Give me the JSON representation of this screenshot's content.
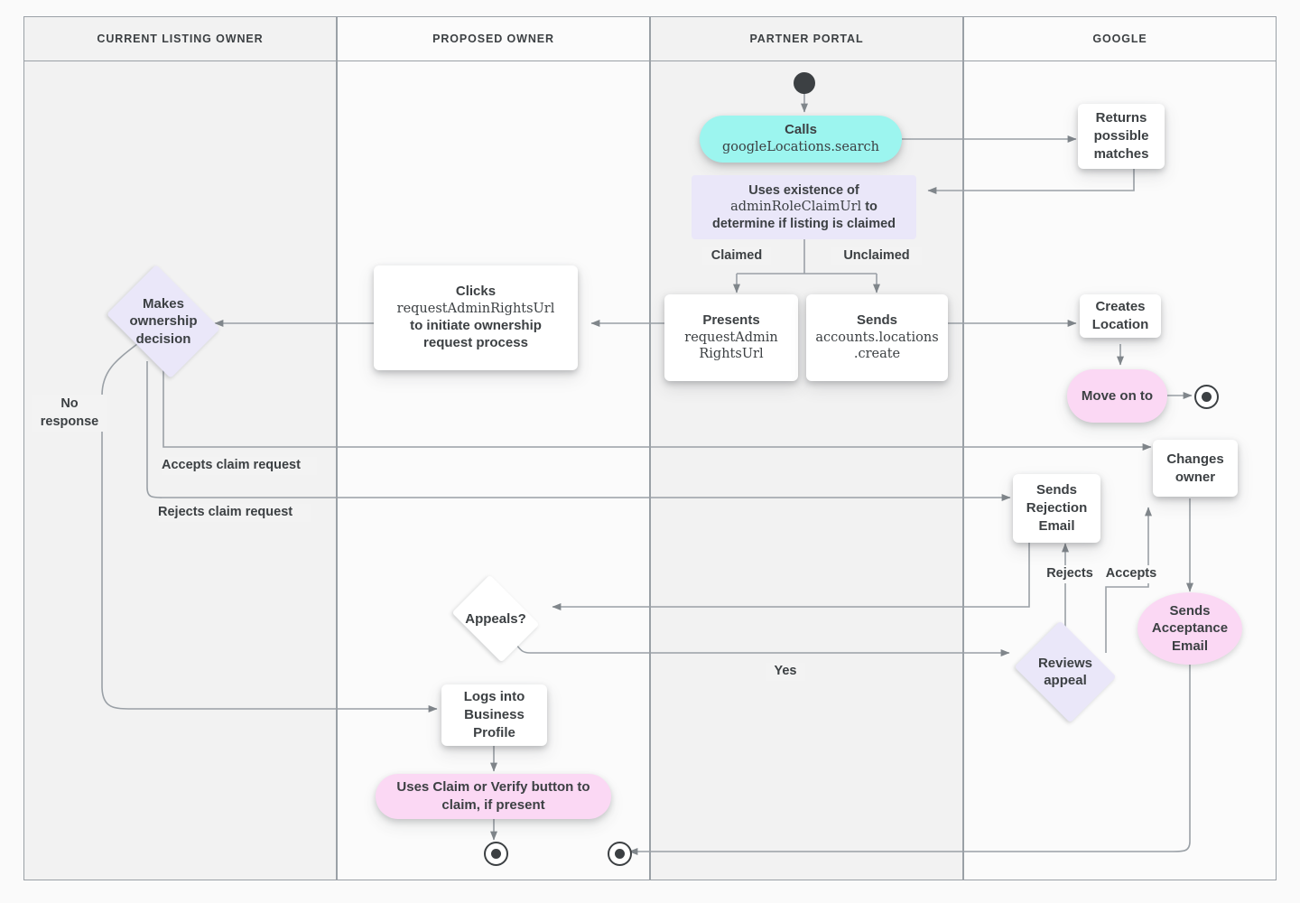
{
  "diagram": {
    "title": "Google Business Profile listing ownership transfer flow",
    "type": "swimlane-flowchart",
    "colors": {
      "cyan": "#9cf5ef",
      "purple": "#eae7f9",
      "pink": "#fbd8f4",
      "white": "#ffffff",
      "line": "#9aa0a6",
      "text": "#3c4043",
      "lane_border": "#9aa0a6",
      "lane_fill_odd": "#f2f2f2",
      "lane_fill_even": "#fbfbfb",
      "canvas": "#fafafa"
    },
    "lanes": [
      {
        "id": "current-listing-owner",
        "label": "CURRENT LISTING OWNER"
      },
      {
        "id": "proposed-owner",
        "label": "PROPOSED OWNER"
      },
      {
        "id": "partner-portal",
        "label": "PARTNER PORTAL"
      },
      {
        "id": "google",
        "label": "GOOGLE"
      }
    ],
    "nodes": {
      "calls": {
        "line1": "Calls",
        "line2": "googleLocations.search",
        "shape": "rounded-pill",
        "color": "cyan",
        "lane": "partner-portal"
      },
      "returns_matches": {
        "text": "Returns\npossible\nmatches",
        "shape": "rect",
        "color": "white",
        "lane": "google"
      },
      "uses_existence": {
        "line1": "Uses existence of",
        "line2_code": "adminRoleClaimUrl",
        "line2_tail": " to",
        "line3": "determine if listing is claimed",
        "shape": "rect",
        "color": "purple",
        "lane": "partner-portal"
      },
      "presents": {
        "line1": "Presents",
        "line2": "requestAdmin",
        "line3": "RightsUrl",
        "shape": "rect",
        "color": "white",
        "lane": "partner-portal"
      },
      "sends_create": {
        "line1": "Sends",
        "line2": "accounts.locations",
        "line3": ".create",
        "shape": "rect",
        "color": "white",
        "lane": "partner-portal"
      },
      "clicks": {
        "line1": "Clicks",
        "line2": "requestAdminRightsUrl",
        "line3": "to initiate ownership",
        "line4": "request process",
        "shape": "rect",
        "color": "white",
        "lane": "proposed-owner"
      },
      "makes_decision": {
        "text": "Makes\nownership\ndecision",
        "shape": "diamond",
        "color": "purple",
        "lane": "current-listing-owner"
      },
      "creates_location": {
        "text": "Creates\nLocation",
        "shape": "rect",
        "color": "white",
        "lane": "google"
      },
      "move_on_to": {
        "text": "Move on to",
        "shape": "rounded-pill",
        "color": "pink",
        "lane": "google"
      },
      "changes_owner": {
        "text": "Changes\nowner",
        "shape": "rect",
        "color": "white",
        "lane": "google"
      },
      "sends_rejection": {
        "text": "Sends\nRejection\nEmail",
        "shape": "rect",
        "color": "white",
        "lane": "google"
      },
      "sends_acceptance": {
        "text": "Sends\nAcceptance\nEmail",
        "shape": "ellipse",
        "color": "pink",
        "lane": "google"
      },
      "reviews_appeal": {
        "text": "Reviews\nappeal",
        "shape": "diamond",
        "color": "purple",
        "lane": "google"
      },
      "appeals": {
        "text": "Appeals?",
        "shape": "diamond",
        "color": "white",
        "lane": "proposed-owner"
      },
      "logs_into": {
        "text": "Logs into\nBusiness\nProfile",
        "shape": "rect",
        "color": "white",
        "lane": "proposed-owner"
      },
      "uses_claim_button": {
        "line1": "Uses Claim or Verify button to",
        "line2": "claim, if present",
        "shape": "rounded-pill",
        "color": "pink",
        "lane": "proposed-owner"
      }
    },
    "edge_labels": [
      {
        "id": "claimed",
        "text": "Claimed"
      },
      {
        "id": "unclaimed",
        "text": "Unclaimed"
      },
      {
        "id": "no-response",
        "text": "No\nresponse",
        "line1": "No",
        "line2": "response"
      },
      {
        "id": "accepts-claim-request",
        "text": "Accepts claim request"
      },
      {
        "id": "rejects-claim-request",
        "text": "Rejects claim request"
      },
      {
        "id": "rejects",
        "text": "Rejects"
      },
      {
        "id": "accepts",
        "text": "Accepts"
      },
      {
        "id": "yes",
        "text": "Yes"
      }
    ],
    "terminators": {
      "start_partner_portal": "start-node",
      "end_google": "end-node",
      "end_proposed_owner_left": "end-node",
      "end_proposed_owner_right": "end-node"
    }
  }
}
